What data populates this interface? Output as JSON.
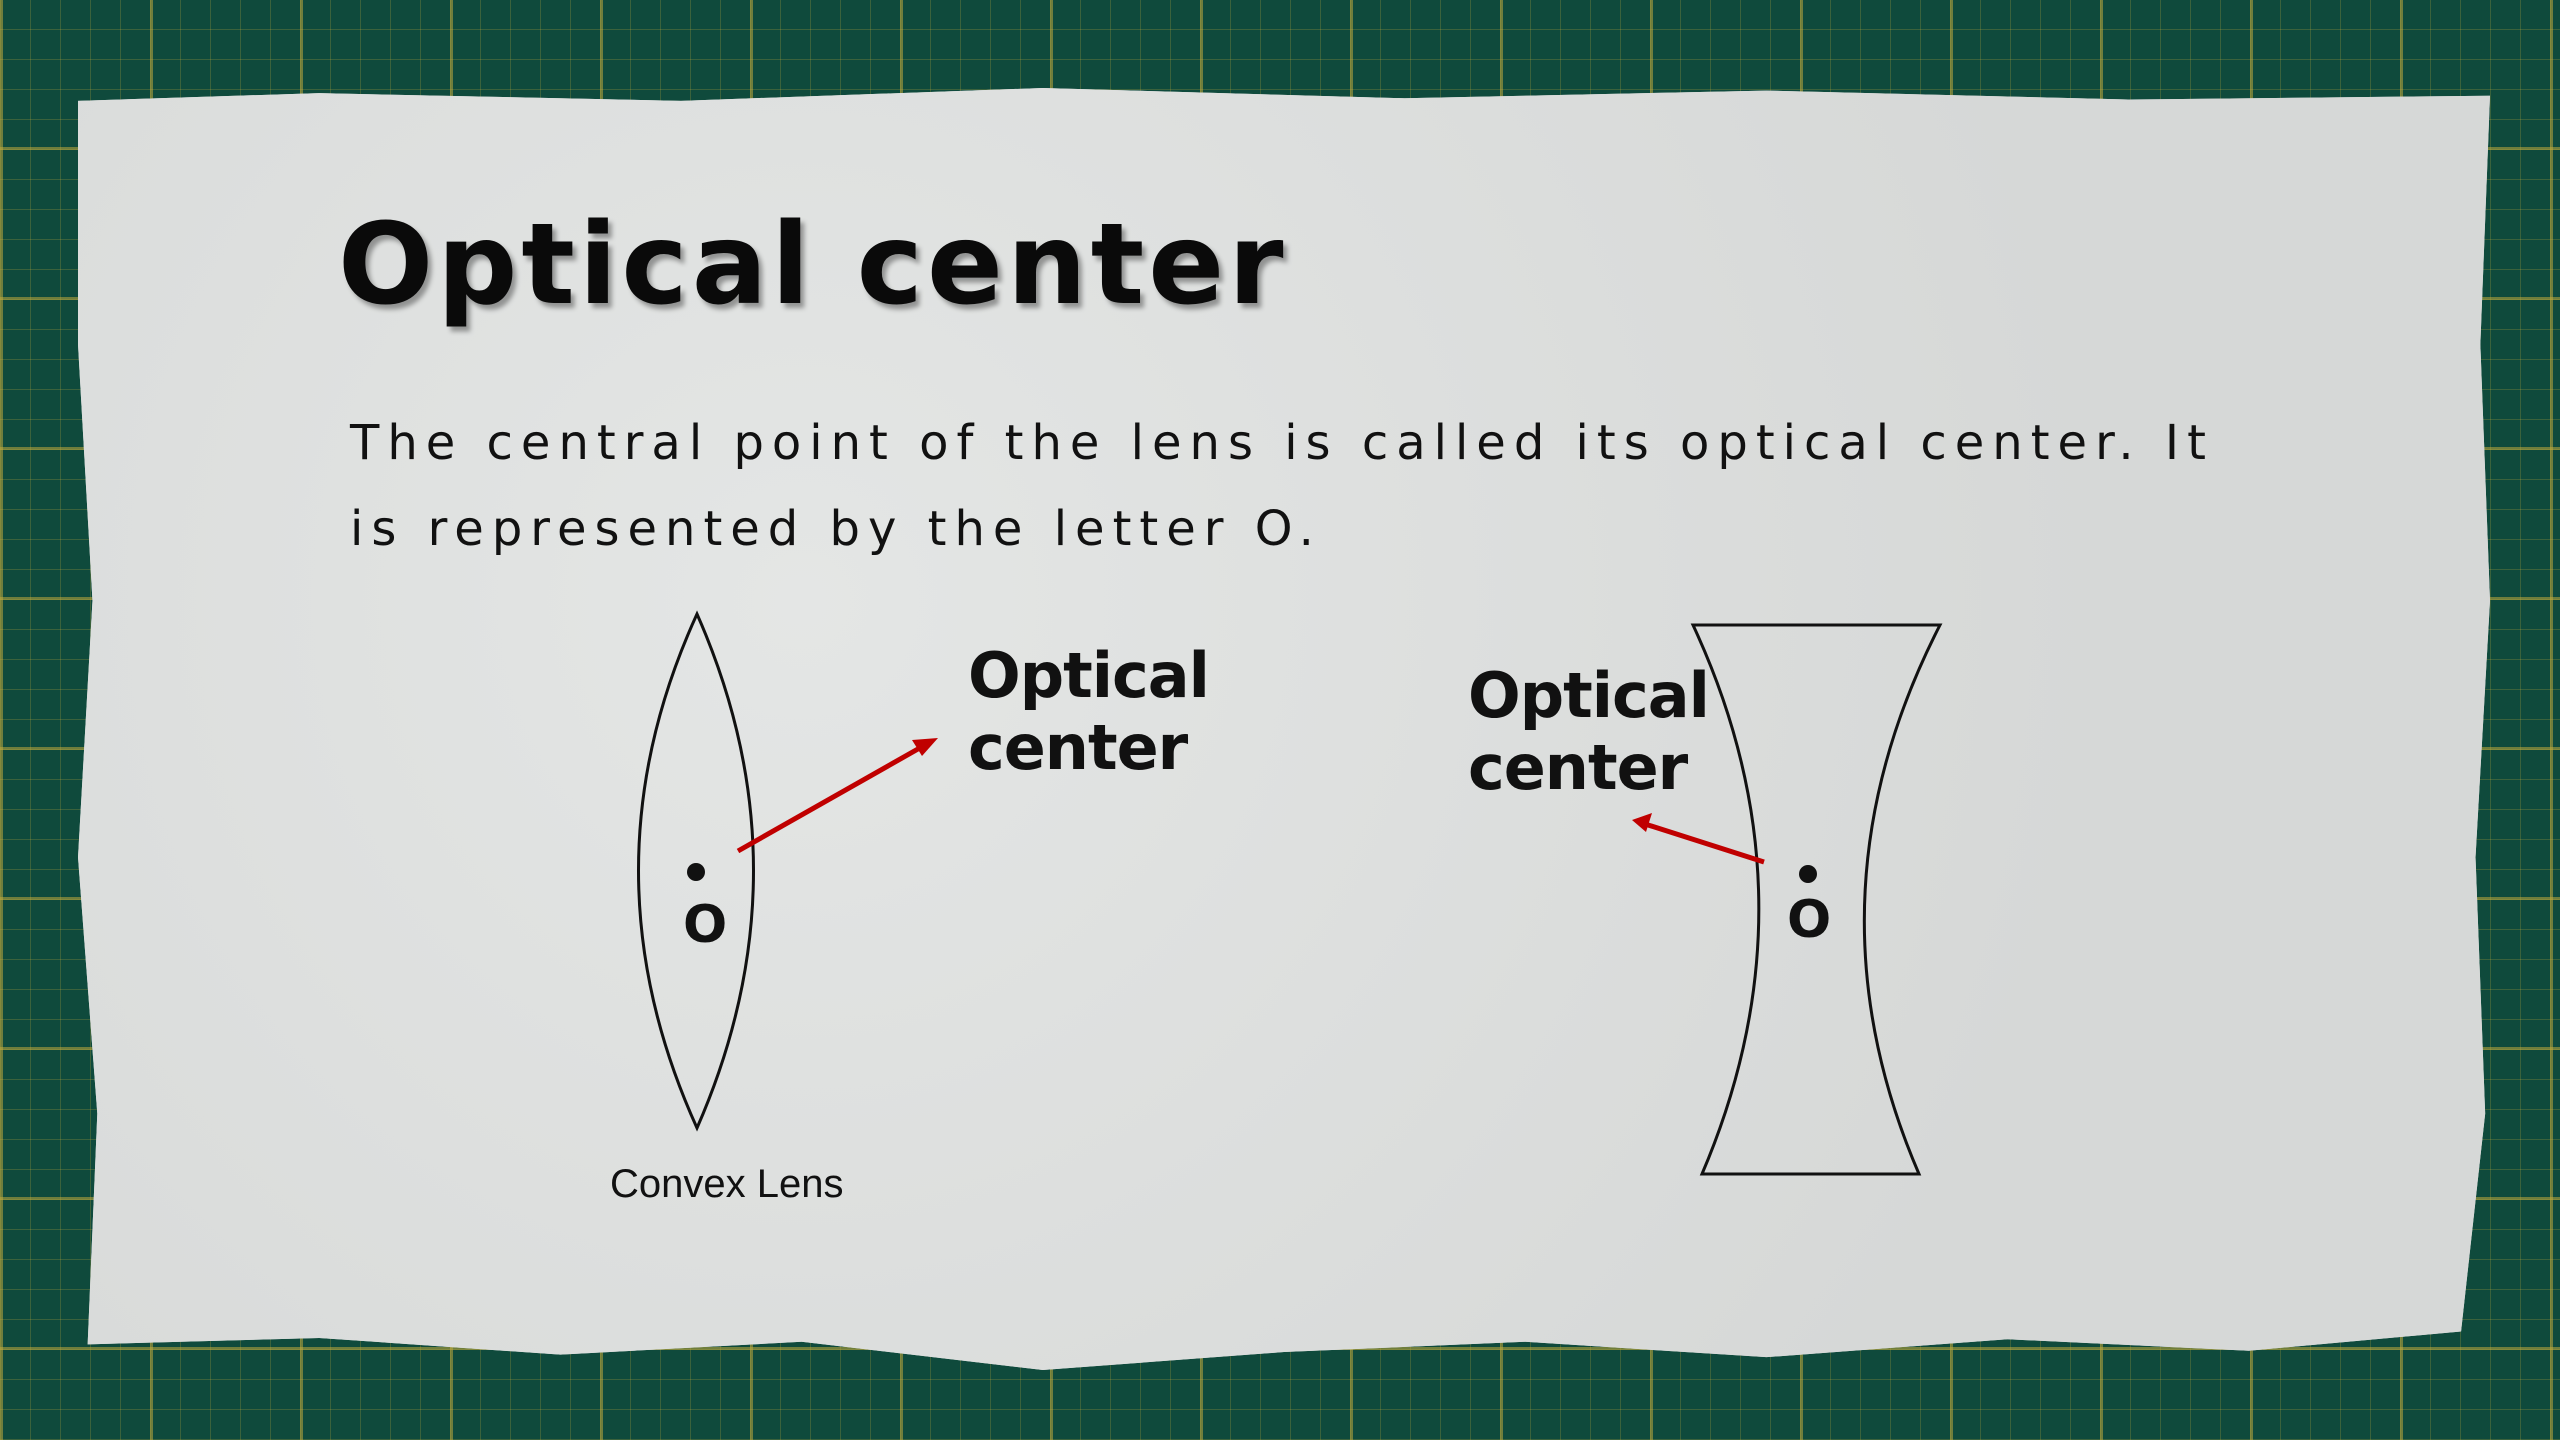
{
  "slide": {
    "title": "Optical center",
    "body": "The central point of the lens is called its optical center. It is represented by the letter O."
  },
  "convex_diagram": {
    "label_line1": "Optical",
    "label_line2": "center",
    "point_letter": "O",
    "caption": "Convex Lens"
  },
  "concave_diagram": {
    "label_line1": "Optical",
    "label_line2": "center",
    "point_letter": "O"
  },
  "colors": {
    "arrow": "#c00000",
    "mat": "#0f4a3c",
    "paper": "#dcdedd"
  }
}
